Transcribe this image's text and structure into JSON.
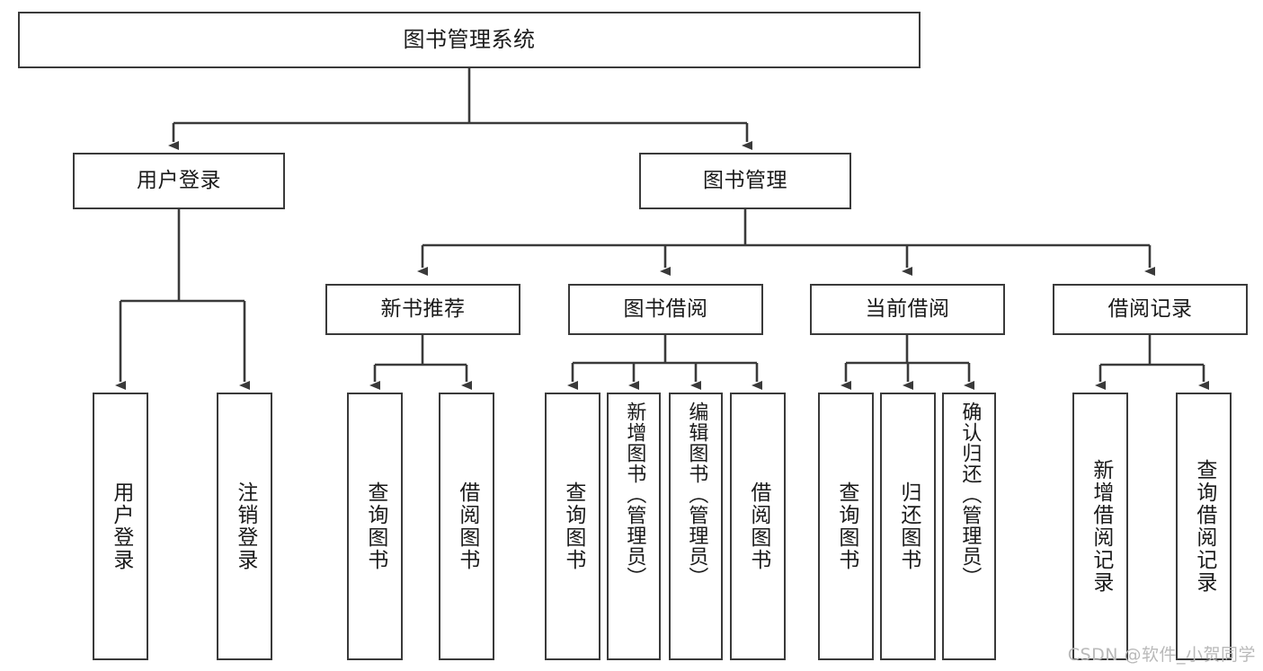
{
  "diagram": {
    "title": "图书管理系统",
    "watermark": "CSDN @软件_小贺同学",
    "style": {
      "background": "#ffffff",
      "border_color": "#3a3a3a",
      "text_color": "#1a1a1a",
      "watermark_color": "#b9b9b9"
    },
    "nodes": [
      {
        "id": "root",
        "label": "图书管理系统",
        "level": 0,
        "orientation": "horizontal"
      },
      {
        "id": "user-login",
        "label": "用户登录",
        "level": 1,
        "orientation": "horizontal"
      },
      {
        "id": "book-manage",
        "label": "图书管理",
        "level": 1,
        "orientation": "horizontal"
      },
      {
        "id": "new-book-rec",
        "label": "新书推荐",
        "level": 2,
        "orientation": "horizontal"
      },
      {
        "id": "book-borrow",
        "label": "图书借阅",
        "level": 2,
        "orientation": "horizontal"
      },
      {
        "id": "current-borrow",
        "label": "当前借阅",
        "level": 2,
        "orientation": "horizontal"
      },
      {
        "id": "borrow-record",
        "label": "借阅记录",
        "level": 2,
        "orientation": "horizontal"
      },
      {
        "id": "leaf-user-login",
        "label": "用户登录",
        "level": 3,
        "orientation": "vertical"
      },
      {
        "id": "leaf-logout",
        "label": "注销登录",
        "level": 3,
        "orientation": "vertical"
      },
      {
        "id": "leaf-query-1",
        "label": "查询图书",
        "level": 3,
        "orientation": "vertical"
      },
      {
        "id": "leaf-borrow-1",
        "label": "借阅图书",
        "level": 3,
        "orientation": "vertical"
      },
      {
        "id": "leaf-query-2",
        "label": "查询图书",
        "level": 3,
        "orientation": "vertical"
      },
      {
        "id": "leaf-add-book",
        "label": "新增图书（管理员）",
        "level": 3,
        "orientation": "vertical"
      },
      {
        "id": "leaf-edit-book",
        "label": "编辑图书（管理员）",
        "level": 3,
        "orientation": "vertical"
      },
      {
        "id": "leaf-borrow-2",
        "label": "借阅图书",
        "level": 3,
        "orientation": "vertical"
      },
      {
        "id": "leaf-query-3",
        "label": "查询图书",
        "level": 3,
        "orientation": "vertical"
      },
      {
        "id": "leaf-return",
        "label": "归还图书",
        "level": 3,
        "orientation": "vertical"
      },
      {
        "id": "leaf-confirm",
        "label": "确认归还（管理员）",
        "level": 3,
        "orientation": "vertical"
      },
      {
        "id": "leaf-add-rec",
        "label": "新增借阅记录",
        "level": 3,
        "orientation": "vertical"
      },
      {
        "id": "leaf-query-rec",
        "label": "查询借阅记录",
        "level": 3,
        "orientation": "vertical"
      }
    ],
    "edges": [
      {
        "from": "root",
        "to": "user-login"
      },
      {
        "from": "root",
        "to": "book-manage"
      },
      {
        "from": "user-login",
        "to": "leaf-user-login"
      },
      {
        "from": "user-login",
        "to": "leaf-logout"
      },
      {
        "from": "book-manage",
        "to": "new-book-rec"
      },
      {
        "from": "book-manage",
        "to": "book-borrow"
      },
      {
        "from": "book-manage",
        "to": "current-borrow"
      },
      {
        "from": "book-manage",
        "to": "borrow-record"
      },
      {
        "from": "new-book-rec",
        "to": "leaf-query-1"
      },
      {
        "from": "new-book-rec",
        "to": "leaf-borrow-1"
      },
      {
        "from": "book-borrow",
        "to": "leaf-query-2"
      },
      {
        "from": "book-borrow",
        "to": "leaf-add-book"
      },
      {
        "from": "book-borrow",
        "to": "leaf-edit-book"
      },
      {
        "from": "book-borrow",
        "to": "leaf-borrow-2"
      },
      {
        "from": "current-borrow",
        "to": "leaf-query-3"
      },
      {
        "from": "current-borrow",
        "to": "leaf-return"
      },
      {
        "from": "current-borrow",
        "to": "leaf-confirm"
      },
      {
        "from": "borrow-record",
        "to": "leaf-add-rec"
      },
      {
        "from": "borrow-record",
        "to": "leaf-query-rec"
      }
    ]
  }
}
